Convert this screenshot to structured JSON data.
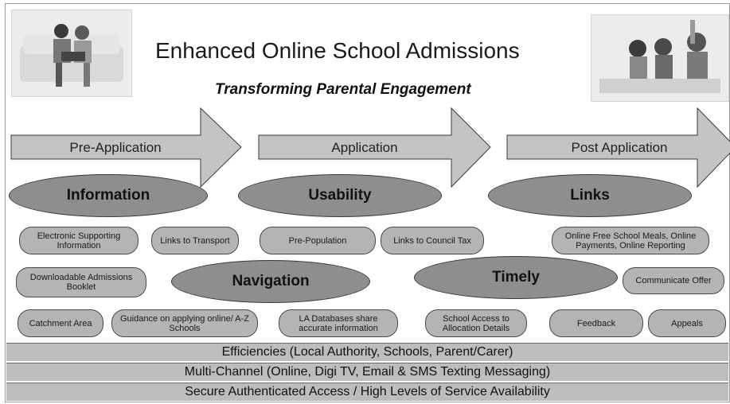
{
  "header": {
    "title": "Enhanced Online School Admissions",
    "subtitle": "Transforming Parental Engagement",
    "left_photo": "parents-on-sofa-with-laptop-photo",
    "right_photo": "children-at-desk-raising-hand-photo"
  },
  "arrows": [
    {
      "label": "Pre-Application"
    },
    {
      "label": "Application"
    },
    {
      "label": "Post Application"
    }
  ],
  "themes": {
    "information": "Information",
    "usability": "Usability",
    "links": "Links",
    "navigation": "Navigation",
    "timely": "Timely"
  },
  "features": {
    "electronic_supporting_info": "Electronic Supporting Information",
    "links_transport": "Links to Transport",
    "pre_population": "Pre-Population",
    "links_council_tax": "Links to Council Tax",
    "online_free_school_meals": "Online Free School Meals, Online Payments, Online Reporting",
    "downloadable_booklet": "Downloadable Admissions Booklet",
    "communicate_offer": "Communicate Offer",
    "catchment_area": "Catchment Area",
    "guidance_online": "Guidance on applying online/ A-Z Schools",
    "la_databases": "LA Databases share accurate information",
    "school_access": "School Access to Allocation Details",
    "feedback": "Feedback",
    "appeals": "Appeals"
  },
  "bands": [
    "Efficiencies (Local Authority, Schools, Parent/Carer)",
    "Multi-Channel (Online, Digi TV, Email & SMS Texting Messaging)",
    "Secure Authenticated Access / High Levels of Service Availability"
  ],
  "colors": {
    "arrow_fill": "#c4c4c4",
    "oval_fill": "#8e8e8e",
    "pill_fill": "#b4b4b4",
    "band_fill": "#bdbdbd"
  }
}
